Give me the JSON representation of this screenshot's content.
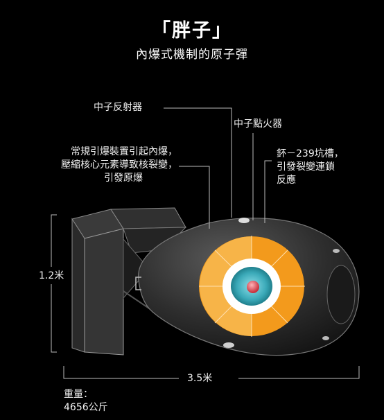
{
  "header": {
    "title": "「胖子」",
    "subtitle": "內爆式機制的原子彈"
  },
  "labels": {
    "neutron_reflector": "中子反射器",
    "neutron_igniter": "中子點火器",
    "explosives_line1": "常規引爆裝置引起內爆，",
    "explosives_line2": "壓縮核心元素導致核裂變，",
    "explosives_line3": "引發原爆",
    "plutonium_line1": "鈈－239坑槽，",
    "plutonium_line2": "引發裂變連鎖",
    "plutonium_line3": "反應"
  },
  "dimensions": {
    "height": "1.2米",
    "length": "3.5米"
  },
  "weight": {
    "label": "重量：",
    "value": "4656公斤"
  },
  "colors": {
    "background": "#000000",
    "casing": "#2b2b2b",
    "explosive_layer": "#f39a1c",
    "reflector": "#ffffff",
    "pit": "#3aa9b8",
    "initiator": "#e0505a",
    "leader_line": "#bbbbbb"
  }
}
